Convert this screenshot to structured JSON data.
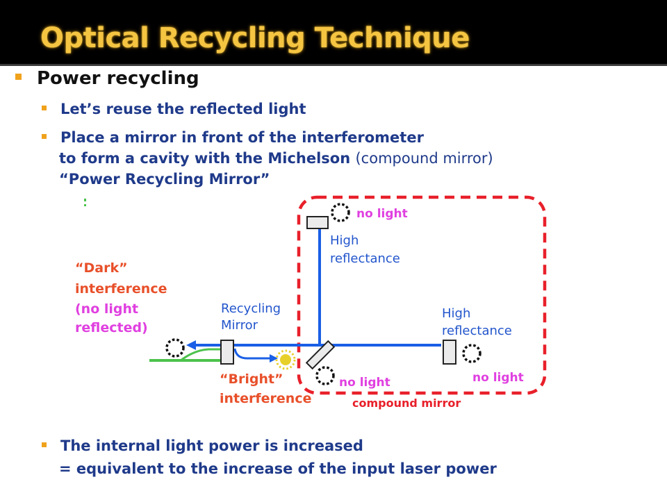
{
  "title": "Optical Recycling Technique",
  "bullet1": "Power recycling",
  "sub1": "Let’s reuse the reflected light",
  "sub2_line1": "Place a mirror in front of the interferometer",
  "sub2_line2": "to form a cavity with the Michelson",
  "sub2_line2_paren": "(compound mirror)",
  "sub2_line3": "“Power Recycling Mirror”",
  "sub3_line1": "The internal light power is increased",
  "sub3_line2": "= equivalent to the increase of the input laser power",
  "diagram": {
    "dark_line1": "“Dark”",
    "dark_line2": "interference",
    "dark_line3": "(no light",
    "dark_line4": "reflected)",
    "recycling_line1": "Recycling",
    "recycling_line2": "Mirror",
    "bright_line1": "“Bright”",
    "bright_line2": "interference",
    "hr_top_line1": "High",
    "hr_top_line2": "reflectance",
    "hr_right_line1": "High",
    "hr_right_line2": "reflectance",
    "no_light_top": "no light",
    "no_light_bs": "no light",
    "no_light_right": "no light",
    "compound_mirror": "compound mirror"
  },
  "colors": {
    "title": "#f5c542",
    "bullet": "#f0a21c",
    "beam_blue": "#1a5fe6",
    "beam_green": "#4cc24c",
    "dark_text": "#e8502a",
    "no_light_text": "#e040e0",
    "compound_dash": "#e8202a",
    "diagram_text": "#2255cc"
  }
}
